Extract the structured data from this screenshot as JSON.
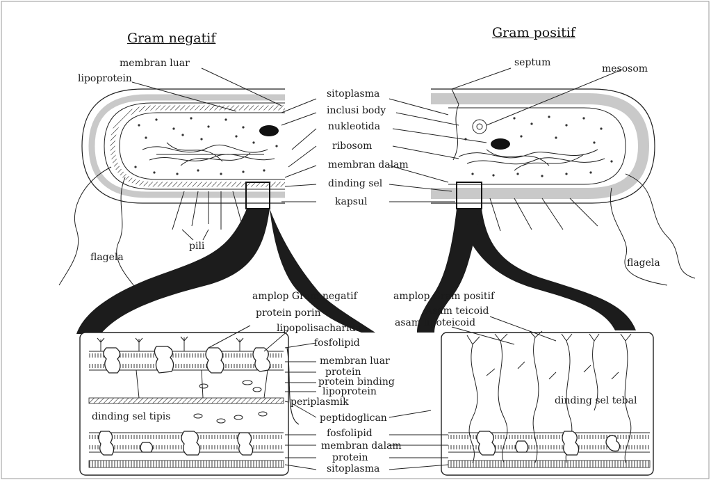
{
  "titles": {
    "left": "Gram negatif",
    "right": "Gram positif"
  },
  "labels": {
    "membran_luar": "membran luar",
    "lipoprotein": "lipoprotein",
    "sitoplasma": "sitoplasma",
    "inclusi_body": "inclusi body",
    "nukleotida": "nukleotida",
    "ribosom": "ribosom",
    "membran_dalam": "membran dalam",
    "dinding_sel": "dinding sel",
    "kapsul": "kapsul",
    "septum": "septum",
    "mesosom": "mesosom",
    "pili": "pili",
    "flagela": "flagela"
  },
  "envelope_labels": {
    "amplop_neg": "amplop Gram negatif",
    "amplop_pos": "amplop Gram positif",
    "protein_porin": "protein porin",
    "asam_teicoid": "Asam teicoid",
    "asam_lipoteicoid": "asam lipoteicoid",
    "lipopolisacharida": "lipopolisacharida",
    "fosfolipid": "fosfolipid",
    "membran_luar": "membran luar",
    "protein": "protein",
    "protein_binding": "protein binding",
    "lipoprotein": "lipoprotein",
    "periplasmik": "periplasmik",
    "dinding_sel_tipis": "dinding sel tipis",
    "dinding_sel_tebal": "dinding sel tebal",
    "peptidoglican": "peptidoglican",
    "fosfolipid_2": "fosfolipid",
    "membran_dalam": "membran dalam",
    "protein_2": "protein",
    "sitoplasma": "sitoplasma"
  },
  "colors": {
    "ink": "#1a1a1a",
    "funnel": "#1c1c1c",
    "capsule_gray": "#c9c9c9"
  }
}
